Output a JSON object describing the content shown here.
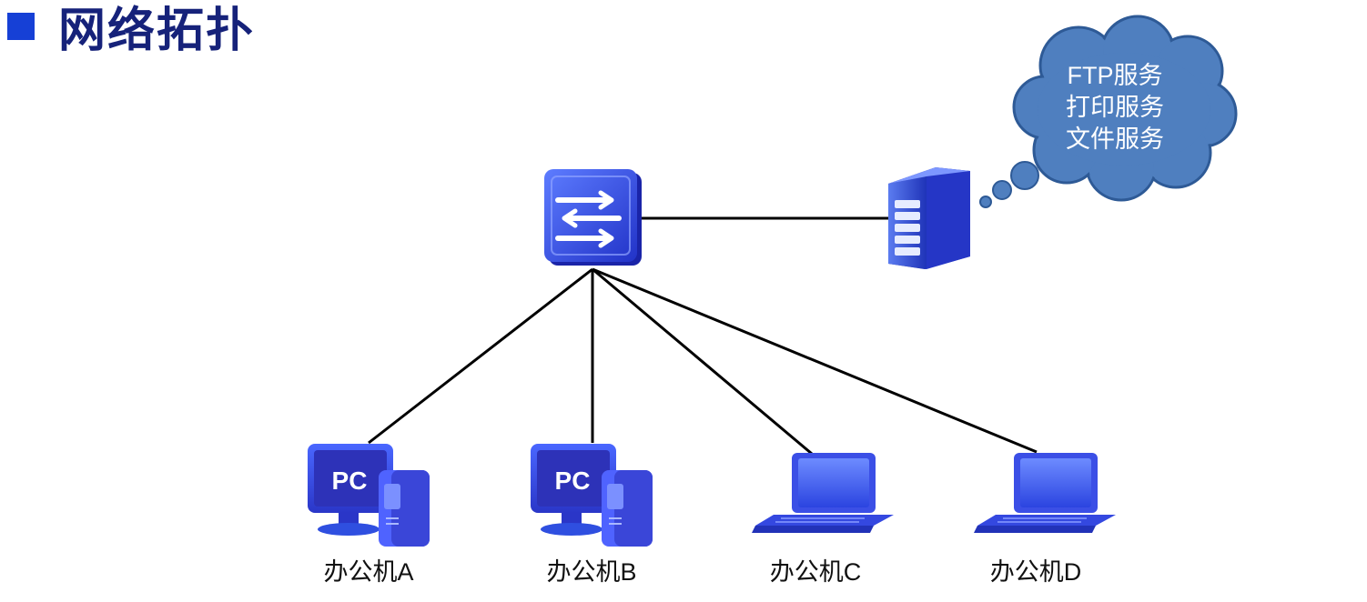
{
  "title": "网络拓扑",
  "server_services": [
    "FTP服务",
    "打印服务",
    "文件服务"
  ],
  "pc_screen_text": "PC",
  "nodes": {
    "a": "办公机A",
    "b": "办公机B",
    "c": "办公机C",
    "d": "办公机D"
  },
  "colors": {
    "title": "#16227a",
    "bullet": "#1640d6",
    "cloud": "#4f7fbf",
    "device_blue": "#2f4fe0",
    "line": "#000000"
  }
}
